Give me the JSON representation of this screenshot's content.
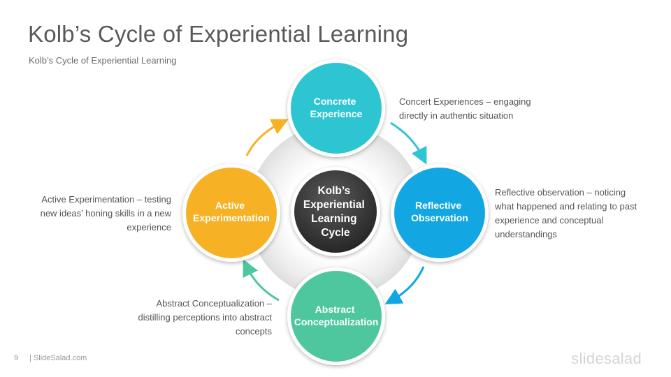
{
  "header": {
    "title": "Kolb’s Cycle of Experiential Learning",
    "subtitle": "Kolb’s Cycle of Experiential Learning"
  },
  "center": {
    "lines": [
      "Kolb’s",
      "Experiential",
      "Learning",
      "Cycle"
    ],
    "color": "#3a3a3a"
  },
  "stages": {
    "concrete": {
      "lines": [
        "Concrete",
        "Experience"
      ],
      "color": "#2ec5d3",
      "description": "Concert Experiences – engaging directly in authentic situation"
    },
    "reflective": {
      "lines": [
        "Reflective",
        "Observation"
      ],
      "color": "#12a7e3",
      "description": "Reflective observation – noticing what happened and relating to past experience and conceptual understandings"
    },
    "abstract": {
      "lines": [
        "Abstract",
        "Conceptualization"
      ],
      "color": "#4ec79e",
      "description": "Abstract Conceptualization – distilling perceptions into abstract concepts"
    },
    "active": {
      "lines": [
        "Active",
        "Experimentation"
      ],
      "color": "#f7b125",
      "description": "Active Experimentation – testing new ideas’ honing skills in a new experience"
    }
  },
  "footer": {
    "page_number": "9",
    "site": "| SlideSalad.com",
    "logo": "slidesalad"
  }
}
